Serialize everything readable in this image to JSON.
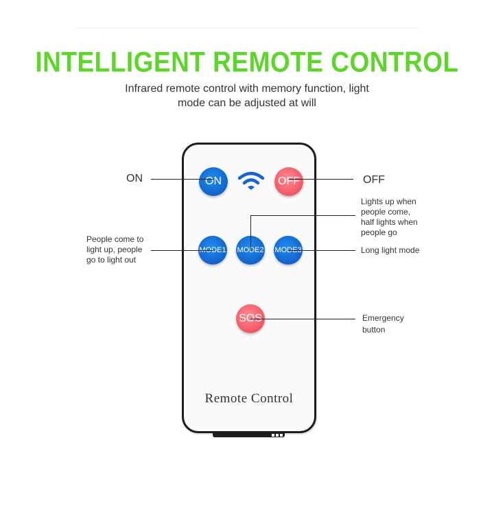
{
  "header": {
    "title": "INTELLIGENT REMOTE CONTROL",
    "subtitle_line1": "Infrared remote control with memory function, light",
    "subtitle_line2": "mode can be adjusted at will"
  },
  "remote": {
    "label": "Remote Control",
    "buttons": {
      "on": "ON",
      "off": "OFF",
      "mode1": "MODE1",
      "mode2": "MODE2",
      "mode3": "MODE3",
      "sos": "SOS"
    },
    "colors": {
      "blue_button": "#1163cc",
      "red_button": "#f25663",
      "title_green": "#5ed52a"
    }
  },
  "callouts": {
    "on": "ON",
    "off": "OFF",
    "mode1": [
      "People come to",
      "light up, people",
      "go to light out"
    ],
    "mode2": [
      "Lights up when",
      "people come,",
      "half lights when",
      "people go"
    ],
    "mode3": "Long light mode",
    "sos": [
      "Emergency",
      "button"
    ]
  }
}
